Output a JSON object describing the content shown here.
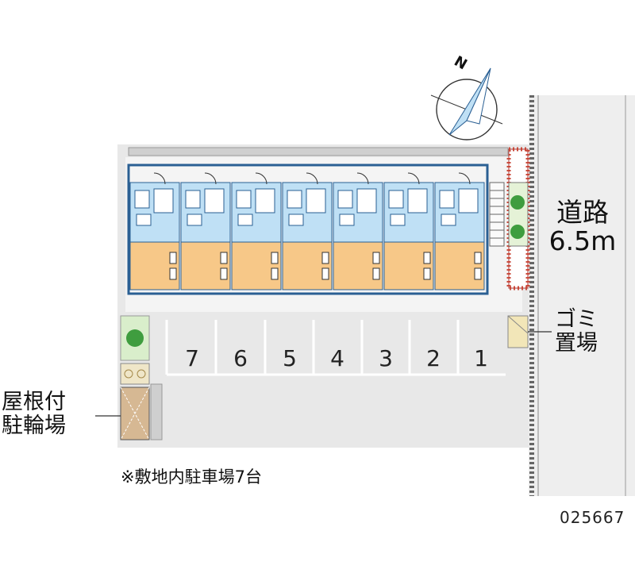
{
  "compass": {
    "north_label": "N"
  },
  "road": {
    "line1": "道路",
    "line2": "6.5m"
  },
  "garbage": {
    "line1": "ゴミ",
    "line2": "置場"
  },
  "bicycle_parking": {
    "line1": "屋根付",
    "line2": "駐輪場"
  },
  "parking_slots": [
    "7",
    "6",
    "5",
    "4",
    "3",
    "2",
    "1"
  ],
  "note": "※敷地内駐車場7台",
  "map_code": "025667",
  "colors": {
    "building_outline": "#2a5f93",
    "bath_blue": "#bfe0f5",
    "room_orange": "#f7c888",
    "lot_gray": "#e6e6e6",
    "road_gray": "#ececec",
    "brick_red": "#c94a3b",
    "tree_green": "#3f9d3f",
    "shed_tan": "#d6b893",
    "garbage_tan": "#f2e6b8"
  }
}
